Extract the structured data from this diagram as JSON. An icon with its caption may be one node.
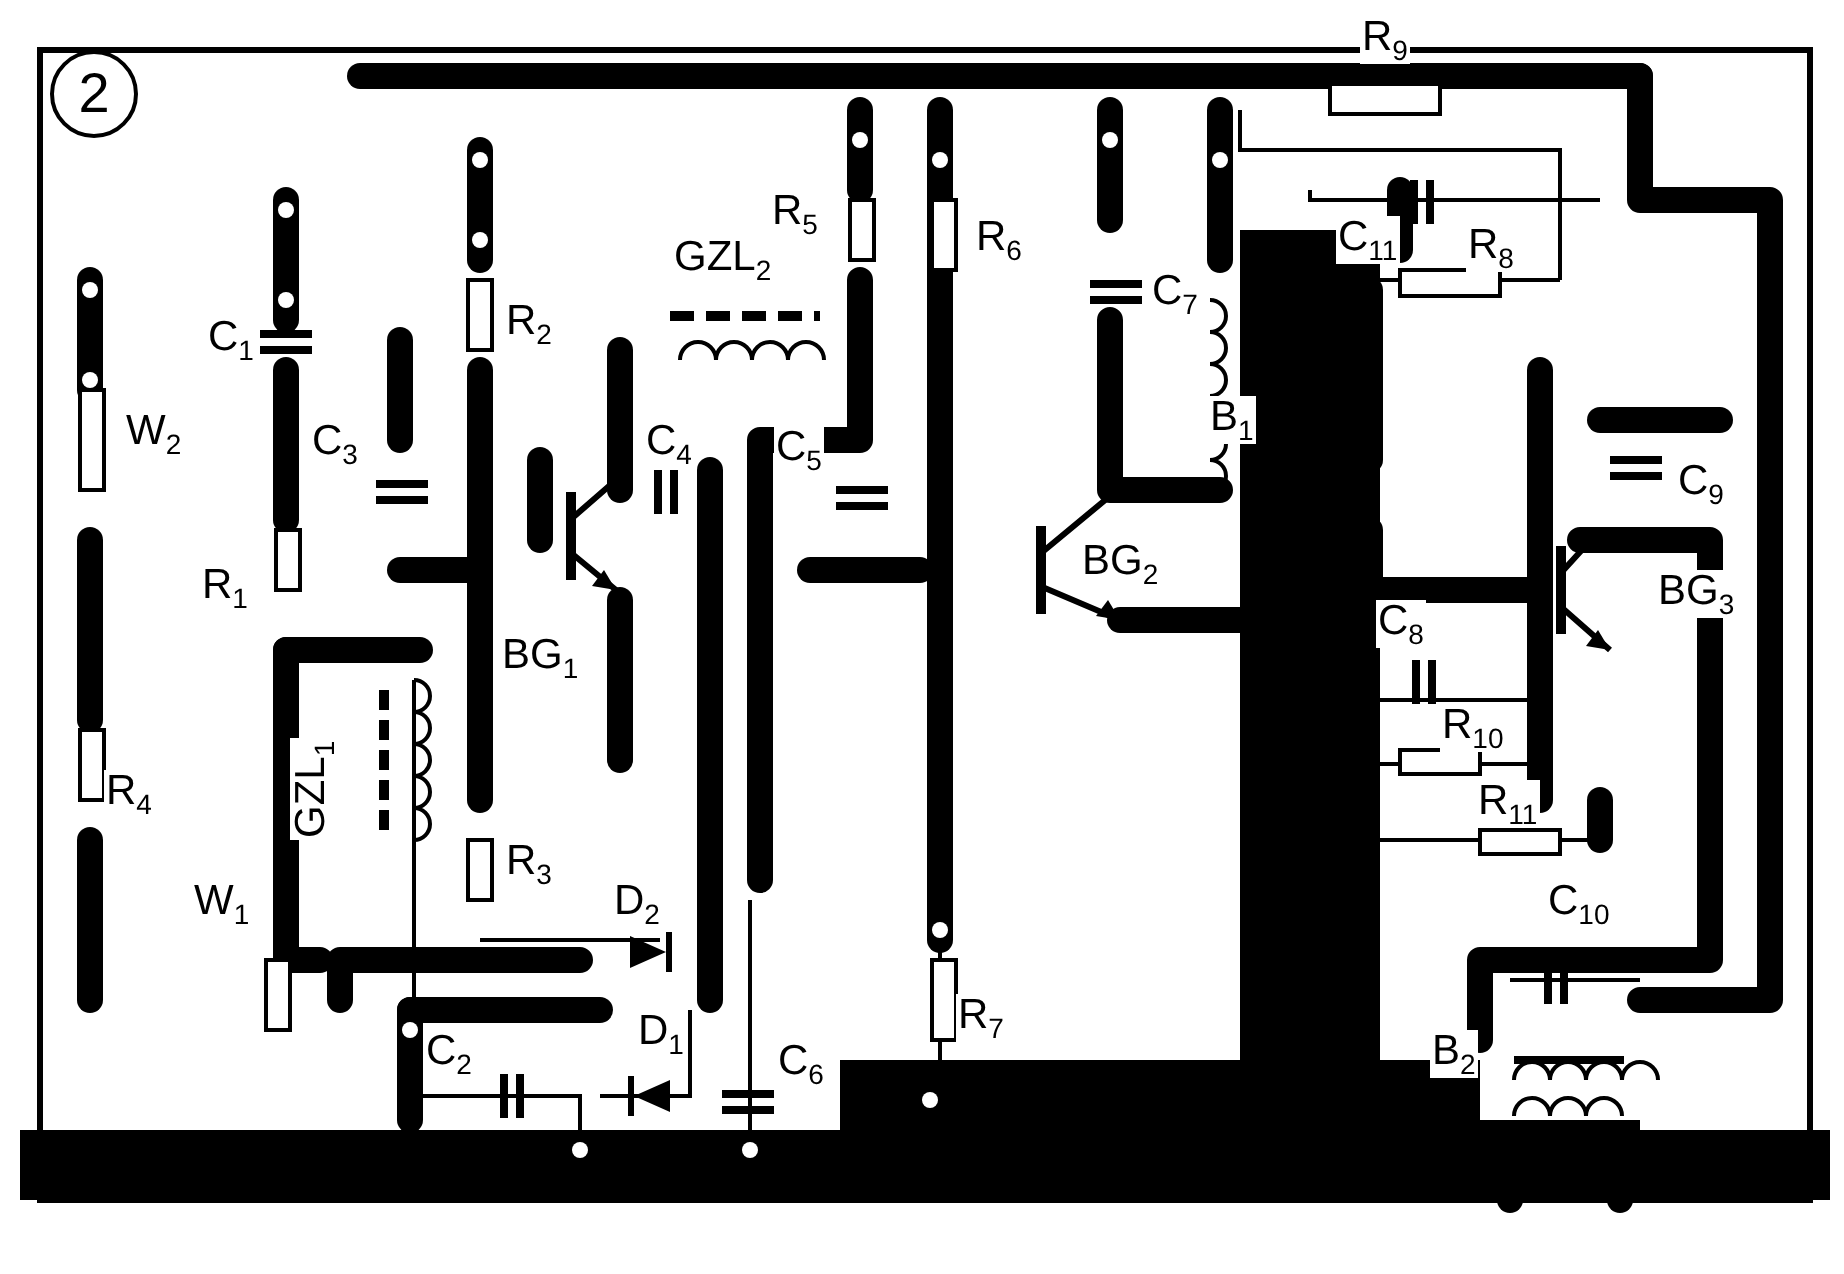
{
  "diagram": {
    "labels": [
      "2",
      "R$_{9}$",
      "R$_{5}$",
      "GZL$_{2}$",
      "R$_{6}$",
      "C$_{11}$",
      "R$_{8}$",
      "C$_{1}$",
      "R$_{2}$",
      "C$_{7}$",
      "W$_{2}$",
      "C$_{3}$",
      "C$_{4}$",
      "C$_{5}$",
      "B$_{1}$",
      "C$_{9}$",
      "R$_{1}$",
      "BG$_{1}$",
      "BG$_{2}$",
      "C$_{8}$",
      "BG$_{3}$",
      "R$_{4}$",
      "GZL$_{1}$",
      "R$_{10}$",
      "R$_{11}$",
      "W$_{1}$",
      "R$_{3}$",
      "D$_{2}$",
      "C$_{10}$",
      "C$_{2}$",
      "D$_{1}$",
      "C$_{6}$",
      "R$_{7}$",
      "B$_{2}$"
    ]
  }
}
